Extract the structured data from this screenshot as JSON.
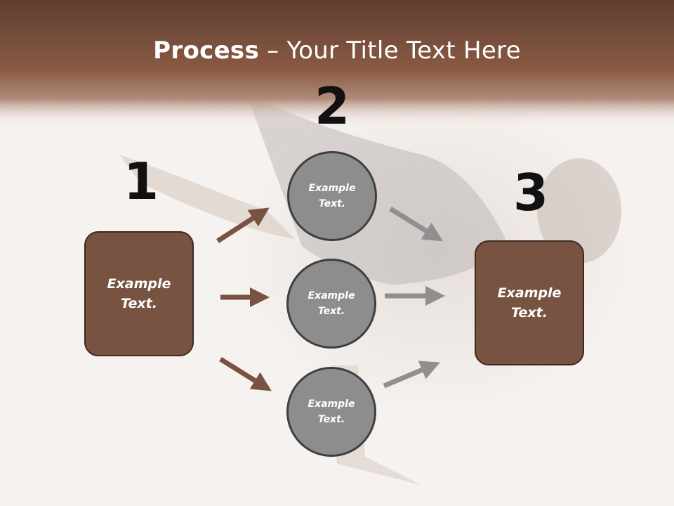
{
  "title": {
    "bold": "Process",
    "rest": " – Your Title Text Here"
  },
  "steps": {
    "one": "1",
    "two": "2",
    "three": "3"
  },
  "left_box": "Example\nText.",
  "right_box": "Example\nText.",
  "circles": [
    "Example\nText.",
    "Example\nText.",
    "Example\nText."
  ],
  "colors": {
    "brown": "#785341",
    "gray": "#8d8d8d",
    "arrow_brown": "#7a5242",
    "arrow_gray": "#8f8f8f"
  }
}
